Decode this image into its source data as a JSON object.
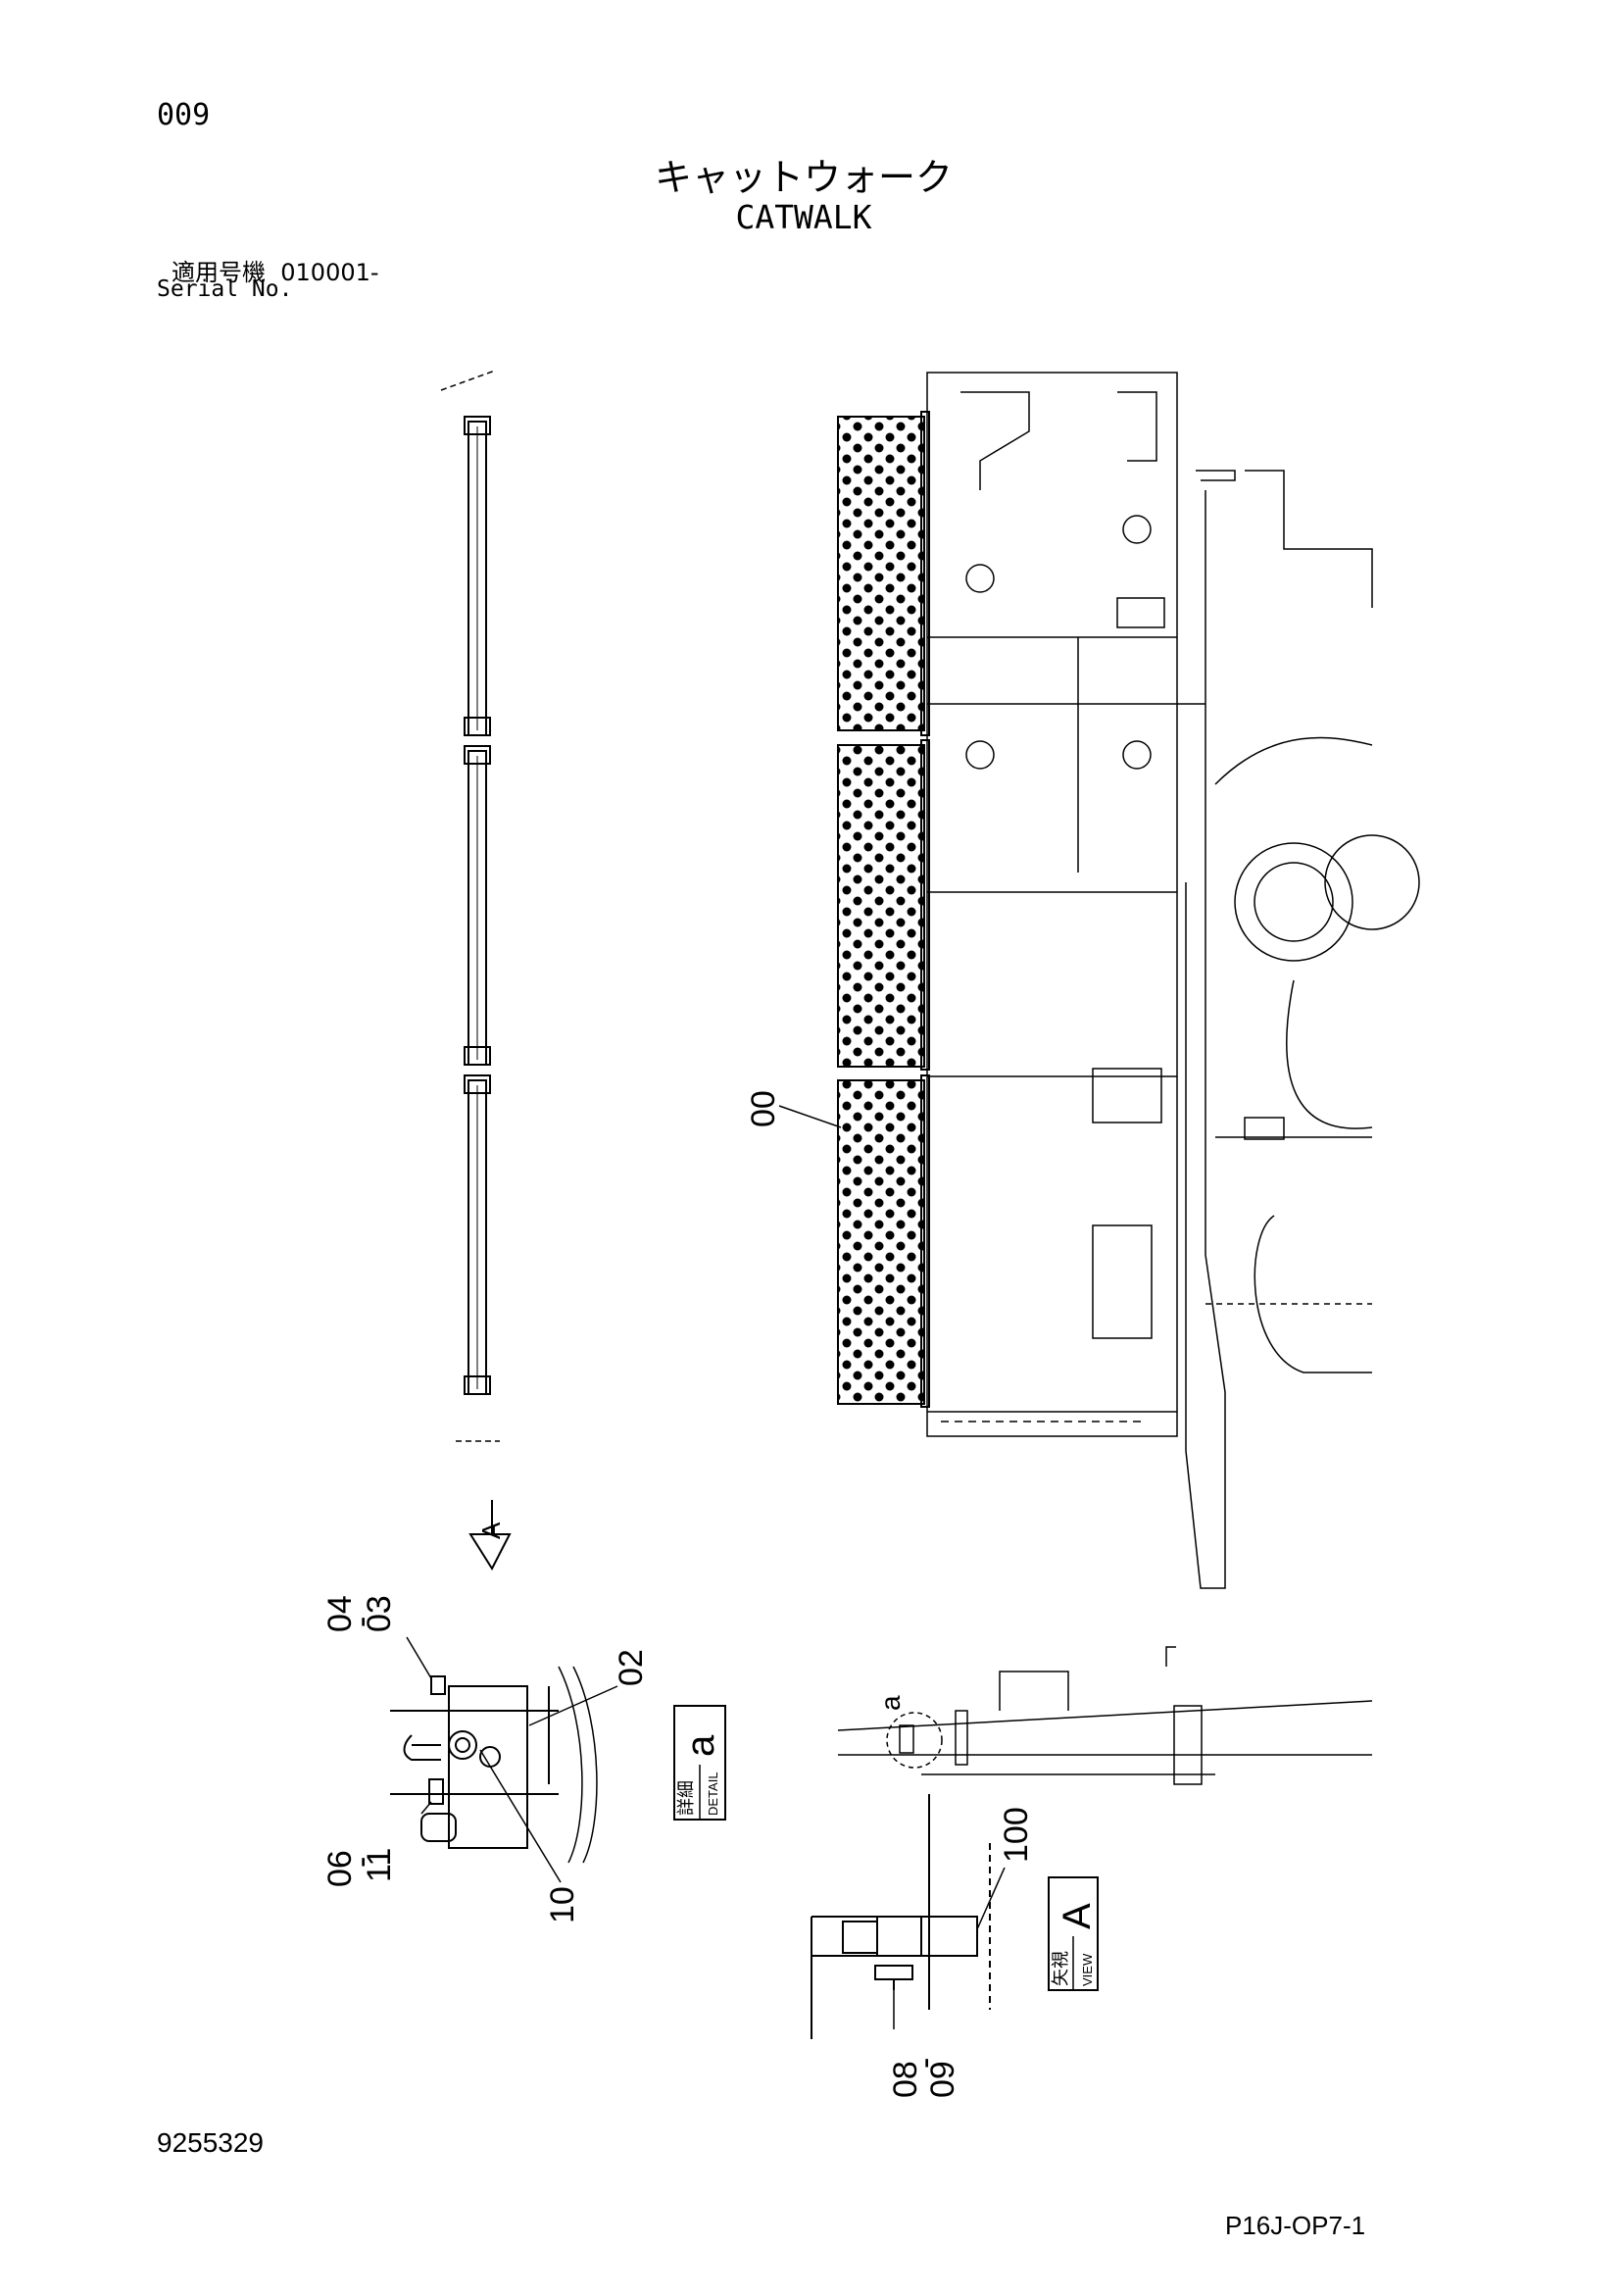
{
  "header": {
    "page_number": "009",
    "title_jp": "キャットウォーク",
    "title_en": "CATWALK",
    "serial_label_jp": "適用号機",
    "serial_value": "010001-",
    "serial_label_en": "Serial No."
  },
  "callouts": {
    "c00": "00",
    "c02": "02",
    "c03": "03",
    "c04": "04",
    "c06": "06",
    "c08": "08",
    "c09": "09",
    "c10": "10",
    "c11": "11",
    "c100": "100",
    "dash": "-"
  },
  "views": {
    "detail_jp": "詳細",
    "detail_en": "DETAIL",
    "detail_letter": "a",
    "view_jp": "矢視",
    "view_en": "VIEW",
    "view_letter": "A",
    "arrow_letter": "A",
    "circle_letter": "a"
  },
  "footer": {
    "doc_number": "9255329",
    "page_code": "P16J-OP7-1"
  }
}
